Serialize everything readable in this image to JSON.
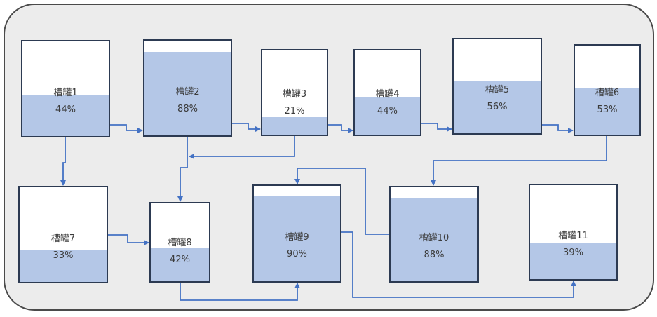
{
  "tanks": [
    {
      "name": "槽罐1",
      "percent": "44%",
      "level": 0.44
    },
    {
      "name": "槽罐2",
      "percent": "88%",
      "level": 0.88
    },
    {
      "name": "槽罐3",
      "percent": "21%",
      "level": 0.21
    },
    {
      "name": "槽罐4",
      "percent": "44%",
      "level": 0.44
    },
    {
      "name": "槽罐5",
      "percent": "56%",
      "level": 0.56
    },
    {
      "name": "槽罐6",
      "percent": "53%",
      "level": 0.53
    },
    {
      "name": "槽罐7",
      "percent": "33%",
      "level": 0.33
    },
    {
      "name": "槽罐8",
      "percent": "42%",
      "level": 0.42
    },
    {
      "name": "槽罐9",
      "percent": "90%",
      "level": 0.9
    },
    {
      "name": "槽罐10",
      "percent": "88%",
      "level": 0.88
    },
    {
      "name": "槽罐11",
      "percent": "39%",
      "level": 0.39
    }
  ],
  "colors": {
    "fill": "#b4c7e7",
    "pipe": "#4472c4",
    "tank_border": "#2c3a52",
    "panel": "#ececec"
  }
}
